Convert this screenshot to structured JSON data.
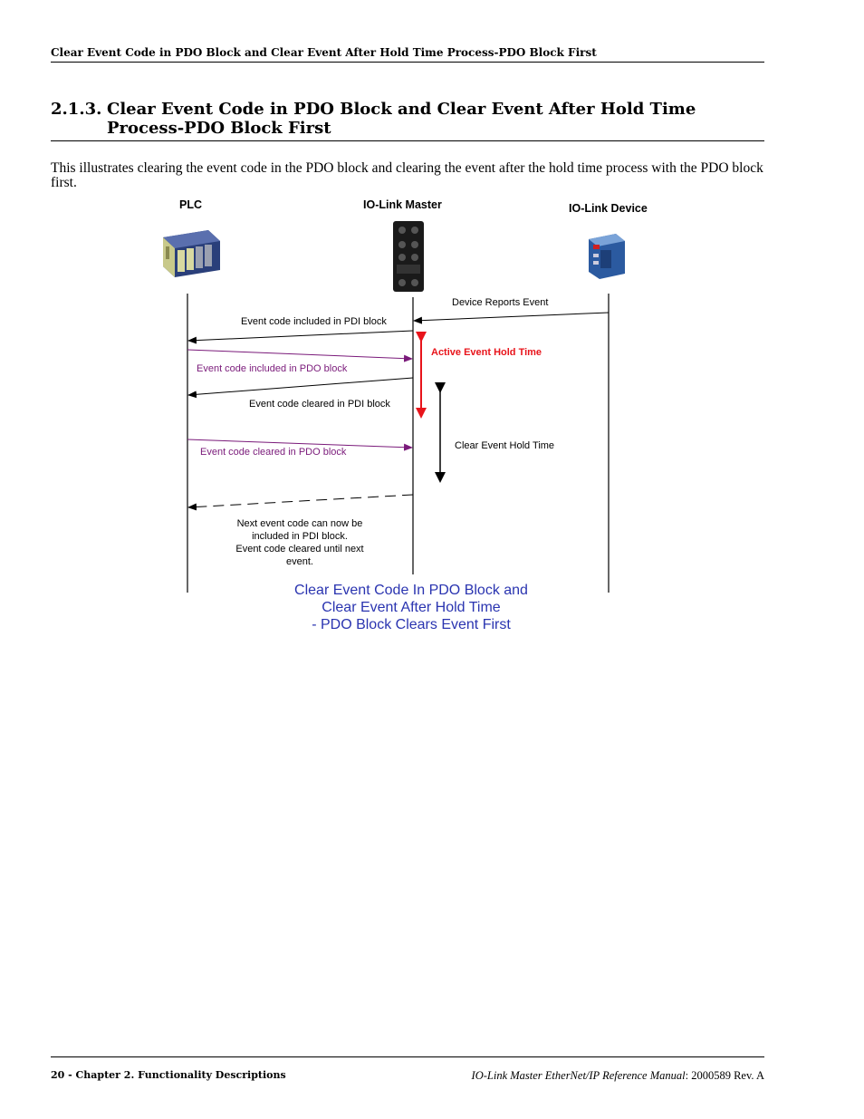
{
  "header": {
    "running_title": "Clear Event Code in PDO Block and Clear Event After Hold Time Process-PDO Block First"
  },
  "section": {
    "number": "2.1.3.",
    "title": "Clear Event Code in PDO Block and Clear Event After Hold Time Process-PDO Block First",
    "intro": "This illustrates clearing the event code in the PDO block and clearing the event after the hold time process with the PDO block first."
  },
  "diagram": {
    "participants": {
      "plc": "PLC",
      "master": "IO-Link Master",
      "device": "IO-Link Device"
    },
    "messages": {
      "device_reports_event": "Device Reports Event",
      "event_included_pdi": "Event code included in PDI block",
      "event_included_pdo": "Event code included in PDO block",
      "event_cleared_pdi": "Event code cleared in PDI block",
      "event_cleared_pdo": "Event code cleared in PDO block"
    },
    "intervals": {
      "active_hold": "Active Event Hold Time",
      "clear_hold": "Clear Event Hold Time"
    },
    "note": {
      "line1": "Next event code can now be",
      "line2": "included in PDI block.",
      "line3": "Event code cleared until next",
      "line4": "event."
    },
    "caption": {
      "line1": "Clear Event Code In PDO Block and",
      "line2": "Clear Event After Hold Time",
      "line3": "- PDO Block Clears Event First"
    },
    "colors": {
      "pdo_arrow": "#7a1a7a",
      "active_hold": "#e8141b",
      "caption": "#2a34b0"
    }
  },
  "footer": {
    "left": "20 - Chapter 2. Functionality Descriptions",
    "right_italic": "IO-Link Master EtherNet/IP Reference Manual",
    "right_plain": ": 2000589 Rev. A"
  }
}
